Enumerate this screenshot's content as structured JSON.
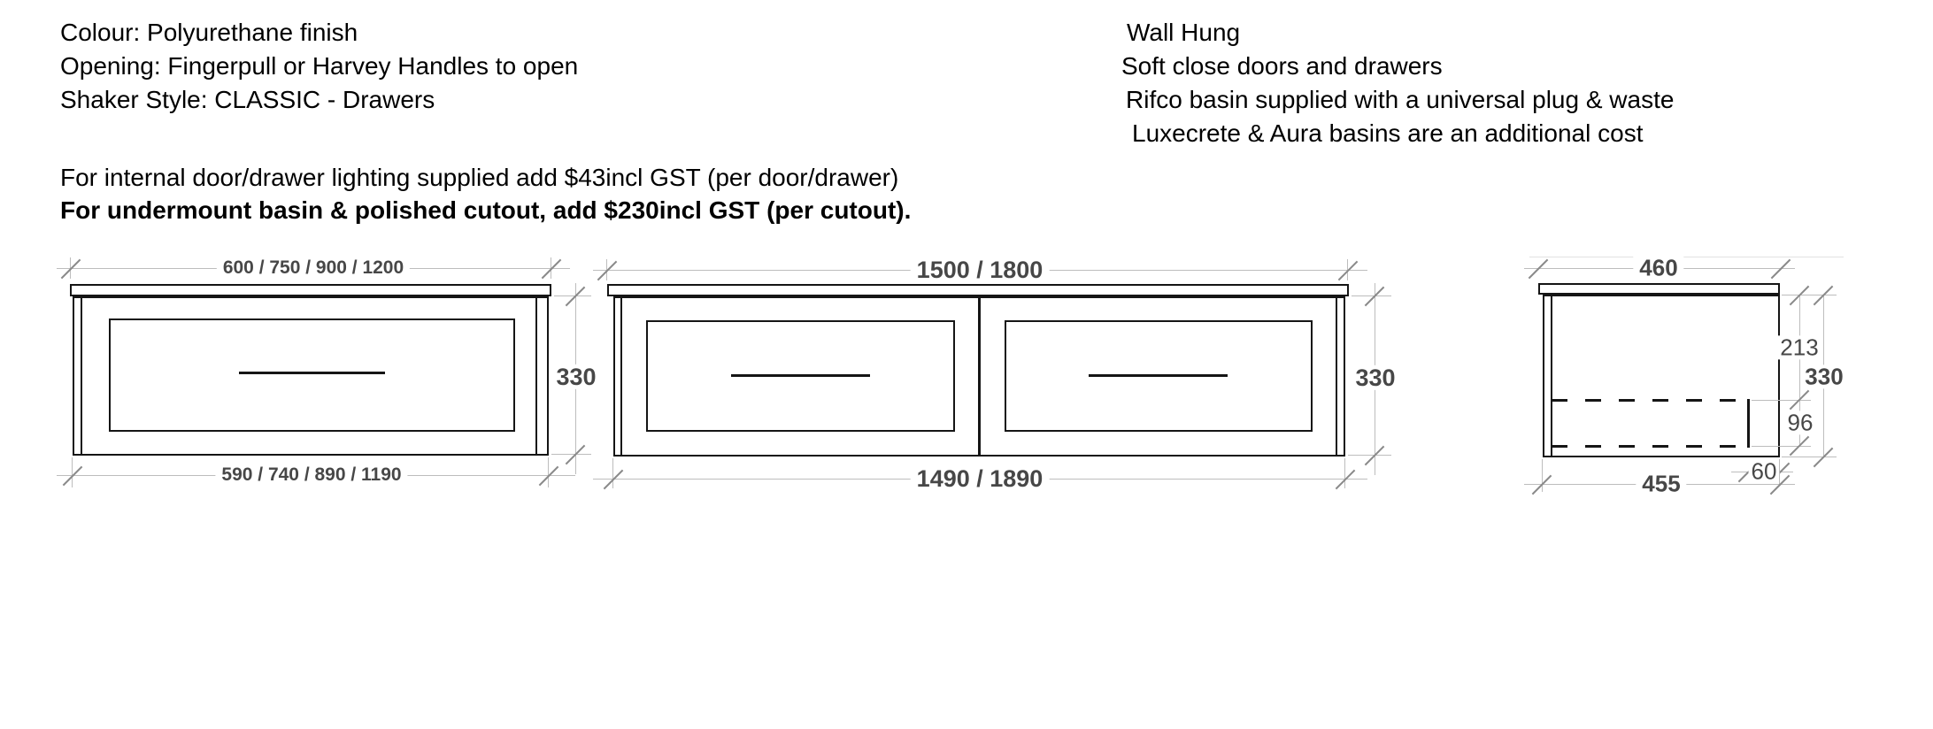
{
  "specs_left": {
    "line1": "Colour: Polyurethane finish",
    "line2": "Opening: Fingerpull or Harvey Handles to open",
    "line3": "Shaker Style: CLASSIC - Drawers"
  },
  "specs_right": {
    "line1": "Wall Hung",
    "line2": "Soft close doors and drawers",
    "line3": "Rifco basin supplied with a universal plug & waste",
    "line4": "Luxecrete & Aura basins are an additional cost"
  },
  "pricing": {
    "line1": "For internal door/drawer lighting supplied add $43incl GST (per door/drawer)",
    "line2": "For undermount basin & polished cutout, add $230incl GST (per cutout)."
  },
  "drawing_single": {
    "width_top": "600 / 750 / 900 / 1200",
    "width_bottom": "590 / 740 / 890 / 1190",
    "height": "330"
  },
  "drawing_double": {
    "width_top": "1500 / 1800",
    "width_bottom": "1490 / 1890",
    "height": "330"
  },
  "drawing_side": {
    "depth_top": "460",
    "depth_bottom": "455",
    "height": "330",
    "top_section": "213",
    "drawer_section": "96",
    "back_gap": "60"
  },
  "colors": {
    "text": "#000000",
    "dim_text": "#474747",
    "dim_line": "#bdbdbd",
    "tick": "#8a8a8a",
    "drawing_line": "#151515",
    "faint_line": "#e2e2e2"
  }
}
